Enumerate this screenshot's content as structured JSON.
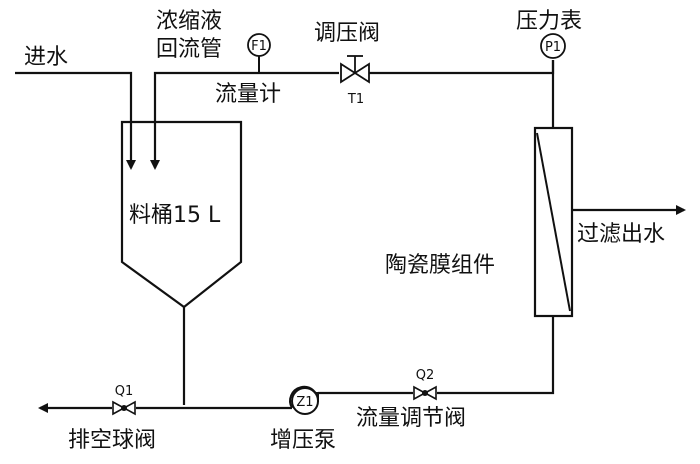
{
  "labels": {
    "inlet_water": "进水",
    "concentrate_return_line1": "浓缩液",
    "concentrate_return_line2": "回流管",
    "flowmeter_name": "流量计",
    "flowmeter_tag": "F1",
    "regulating_valve_name": "调压阀",
    "regulating_valve_tag": "T1",
    "pressure_gauge_name": "压力表",
    "pressure_gauge_tag": "P1",
    "tank": "料桶15 L",
    "membrane_module": "陶瓷膜组件",
    "filtrate_out": "过滤出水",
    "drain_ball_valve_name": "排空球阀",
    "drain_ball_valve_tag": "Q1",
    "booster_pump_name": "增压泵",
    "booster_pump_tag": "Z1",
    "flow_regulating_valve_name": "流量调节阀",
    "flow_regulating_valve_tag": "Q2"
  },
  "colors": {
    "line": "#111111",
    "background": "#ffffff"
  }
}
